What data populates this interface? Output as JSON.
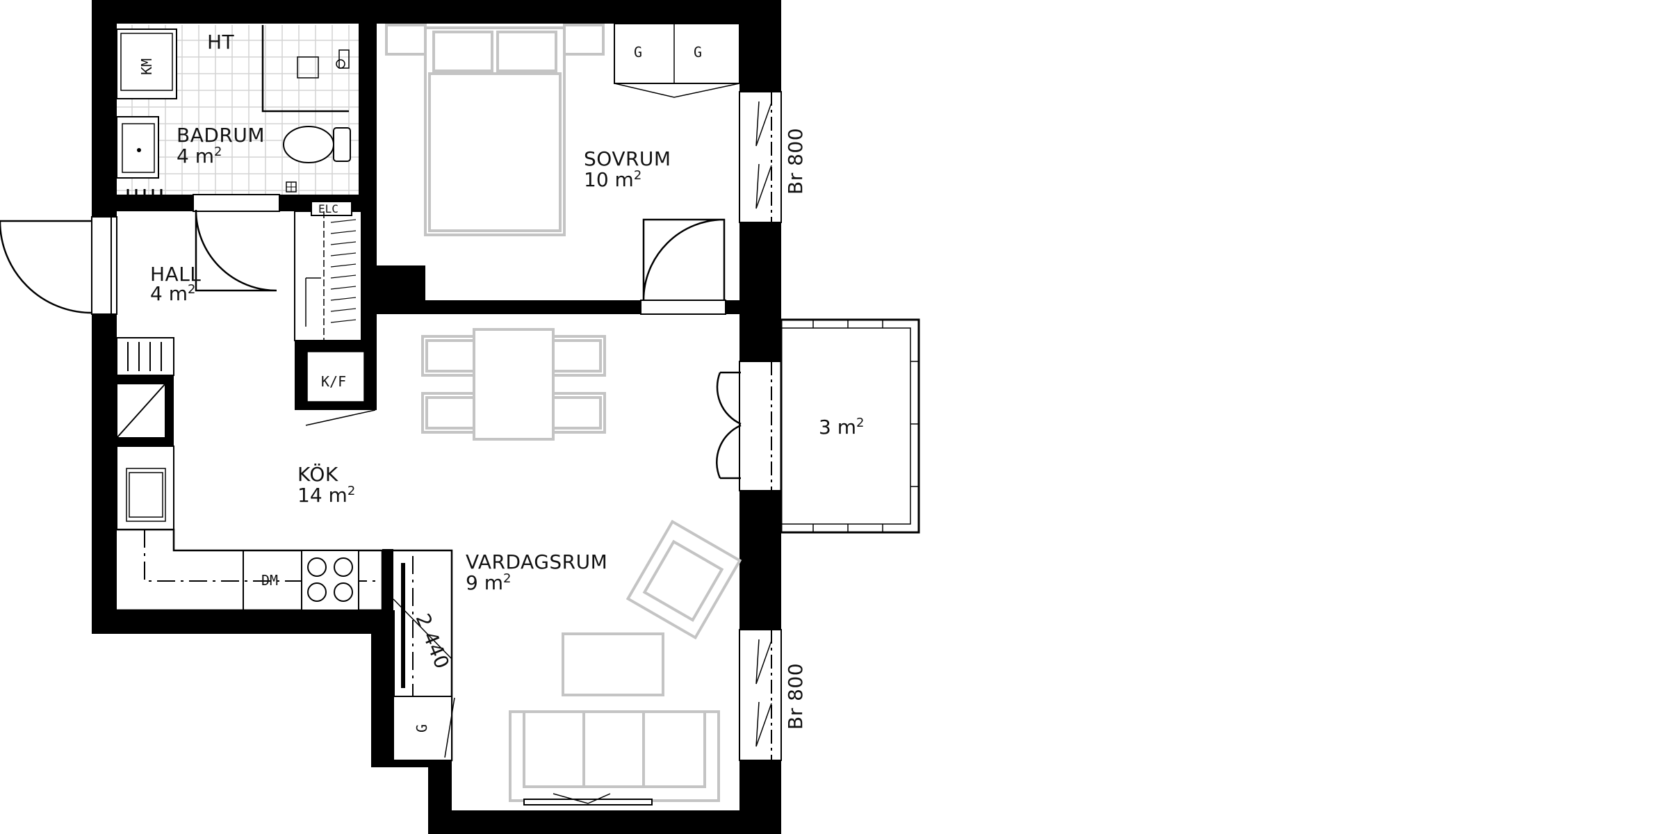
{
  "rooms": {
    "badrum": {
      "name": "BADRUM",
      "area": "4 m",
      "sup": "2"
    },
    "sovrum": {
      "name": "SOVRUM",
      "area": "10 m",
      "sup": "2"
    },
    "hall": {
      "name": "HALL",
      "area": "4 m",
      "sup": "2"
    },
    "kok": {
      "name": "KÖK",
      "area": "14 m",
      "sup": "2"
    },
    "vardagsrum": {
      "name": "VARDAGSRUM",
      "area": "9 m",
      "sup": "2"
    },
    "balkong": {
      "area": "3 m",
      "sup": "2"
    }
  },
  "fixtures": {
    "ht": "HT",
    "km": "KM",
    "g": "G",
    "elc": "ELC",
    "kf": "K/F",
    "dm": "DM"
  },
  "dimensions": {
    "window_top": "Br 800",
    "window_bottom": "Br 800",
    "wall_length": "2 440"
  },
  "colors": {
    "wall": "#000000",
    "furniture": "#c4c4c4",
    "tile": "#d4d4d4",
    "background": "#ffffff"
  }
}
